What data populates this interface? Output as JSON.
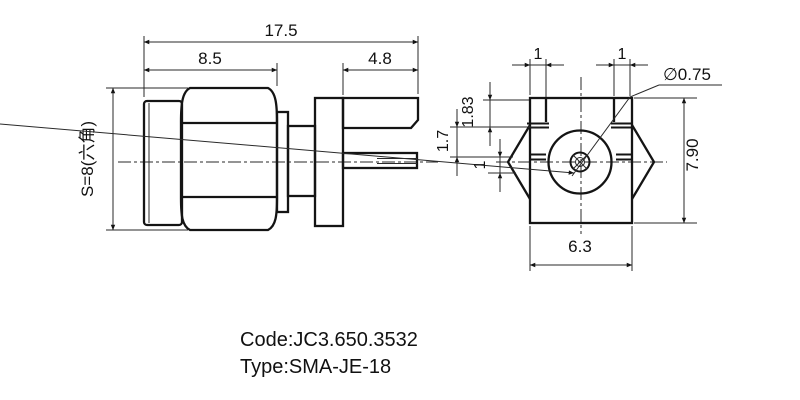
{
  "page": {
    "background": "#ffffff",
    "line_color": "#141414",
    "description": "Engineering drawing of PCB edge-mount SMA RF connector, two orthographic views with dimensions"
  },
  "side_view": {
    "label": "side-view",
    "dims": {
      "overall_length": "17.5",
      "body_length": "8.5",
      "leg_length": "4.8",
      "hex_across_flats": "S=8(六角)"
    }
  },
  "end_view": {
    "label": "end-view",
    "dims": {
      "left_tab_width": "1",
      "right_tab_width": "1",
      "pin_diameter": "∅0.75",
      "tab_depth": "1.83",
      "slot_gap": "1.7",
      "slot_width": "1",
      "body_height": "7.90",
      "body_width": "6.3"
    }
  },
  "title_block": {
    "code": "Code:JC3.650.3532",
    "type": "Type:SMA-JE-18"
  }
}
